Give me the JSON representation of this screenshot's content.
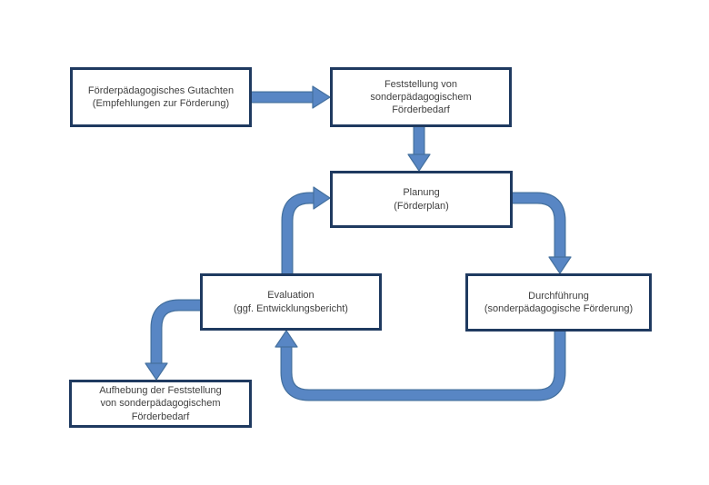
{
  "diagram": {
    "colors": {
      "box_border": "#1f3a60",
      "box_fill": "#ffffff",
      "arrow_fill": "#5886c4",
      "arrow_outline": "#44709e",
      "text": "#3f3f3f",
      "background": "#ffffff"
    },
    "nodes": [
      {
        "id": "gutachten",
        "label": "Förderpädagogisches Gutachten\n(Empfehlungen zur Förderung)"
      },
      {
        "id": "feststellung",
        "label": "Feststellung von\nsonderpädagogischem\nFörderbedarf"
      },
      {
        "id": "planung",
        "label": "Planung\n(Förderplan)"
      },
      {
        "id": "durchfuehrung",
        "label": "Durchführung\n(sonderpädagogische Förderung)"
      },
      {
        "id": "evaluation",
        "label": "Evaluation\n(ggf. Entwicklungsbericht)"
      },
      {
        "id": "aufhebung",
        "label": "Aufhebung der Feststellung\nvon sonderpädagogischem\nFörderbedarf"
      }
    ],
    "edges": [
      {
        "from": "gutachten",
        "to": "feststellung"
      },
      {
        "from": "feststellung",
        "to": "planung"
      },
      {
        "from": "planung",
        "to": "durchfuehrung"
      },
      {
        "from": "durchfuehrung",
        "to": "evaluation"
      },
      {
        "from": "evaluation",
        "to": "planung"
      },
      {
        "from": "evaluation",
        "to": "aufhebung"
      }
    ]
  }
}
